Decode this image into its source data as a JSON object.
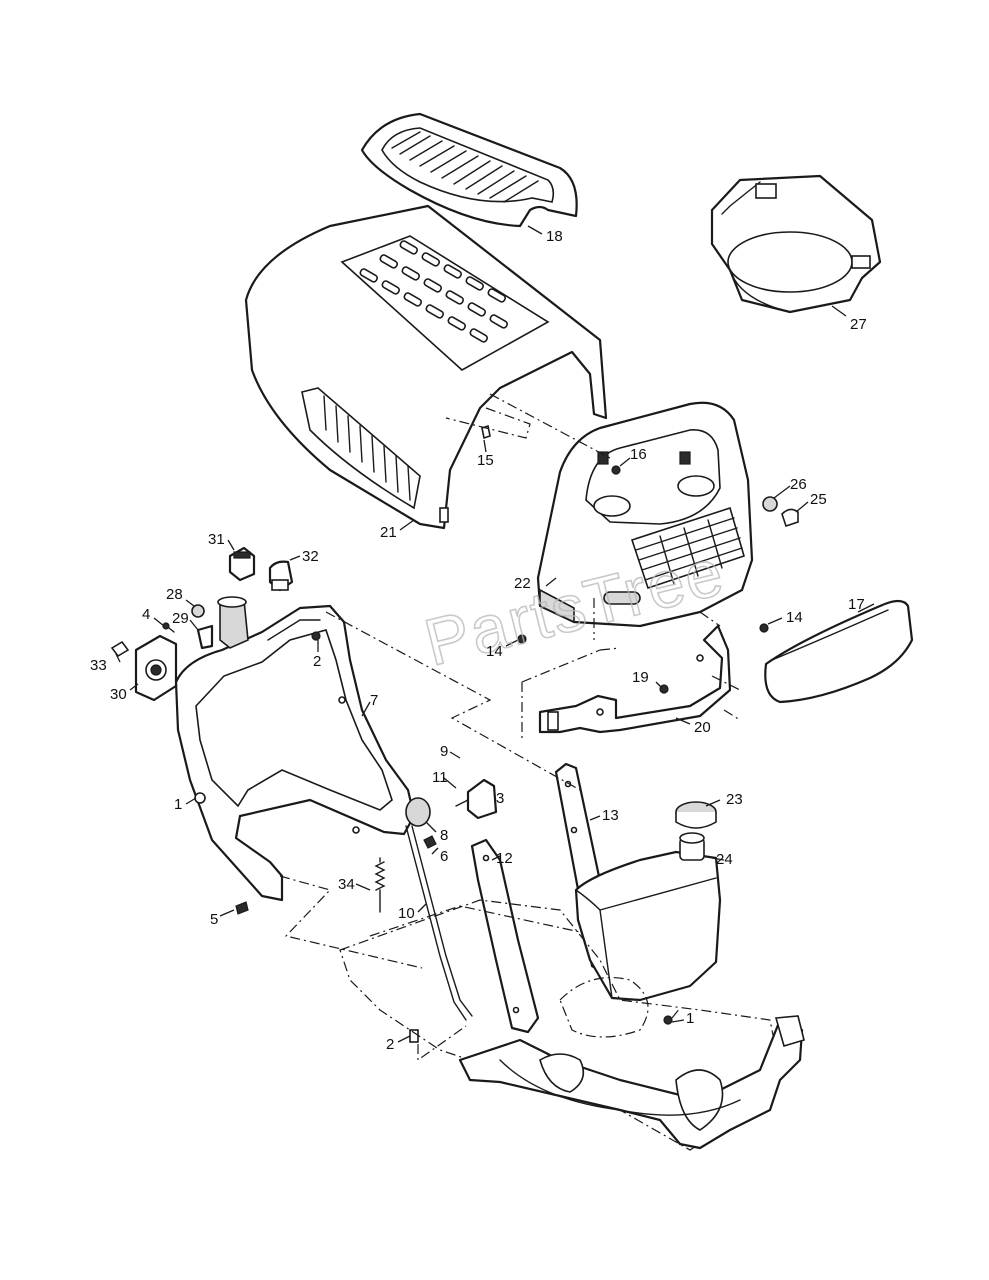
{
  "watermark": "PartsTree",
  "callouts": [
    {
      "id": "c18",
      "text": "18"
    },
    {
      "id": "c27",
      "text": "27"
    },
    {
      "id": "c15",
      "text": "15"
    },
    {
      "id": "c16",
      "text": "16"
    },
    {
      "id": "c26",
      "text": "26"
    },
    {
      "id": "c25",
      "text": "25"
    },
    {
      "id": "c21",
      "text": "21"
    },
    {
      "id": "c31",
      "text": "31"
    },
    {
      "id": "c32",
      "text": "32"
    },
    {
      "id": "c22",
      "text": "22"
    },
    {
      "id": "c28",
      "text": "28"
    },
    {
      "id": "c4",
      "text": "4"
    },
    {
      "id": "c29",
      "text": "29"
    },
    {
      "id": "c2a",
      "text": "2"
    },
    {
      "id": "c14a",
      "text": "14"
    },
    {
      "id": "c14b",
      "text": "14"
    },
    {
      "id": "c17",
      "text": "17"
    },
    {
      "id": "c33",
      "text": "33"
    },
    {
      "id": "c30",
      "text": "30"
    },
    {
      "id": "c7",
      "text": "7"
    },
    {
      "id": "c19",
      "text": "19"
    },
    {
      "id": "c20",
      "text": "20"
    },
    {
      "id": "c9",
      "text": "9"
    },
    {
      "id": "c11",
      "text": "11"
    },
    {
      "id": "c3",
      "text": "3"
    },
    {
      "id": "c1a",
      "text": "1"
    },
    {
      "id": "c13",
      "text": "13"
    },
    {
      "id": "c23",
      "text": "23"
    },
    {
      "id": "c8",
      "text": "8"
    },
    {
      "id": "c6",
      "text": "6"
    },
    {
      "id": "c12",
      "text": "12"
    },
    {
      "id": "c24",
      "text": "24"
    },
    {
      "id": "c34",
      "text": "34"
    },
    {
      "id": "c10",
      "text": "10"
    },
    {
      "id": "c5",
      "text": "5"
    },
    {
      "id": "c1b",
      "text": "1"
    },
    {
      "id": "c2b",
      "text": "2"
    }
  ]
}
